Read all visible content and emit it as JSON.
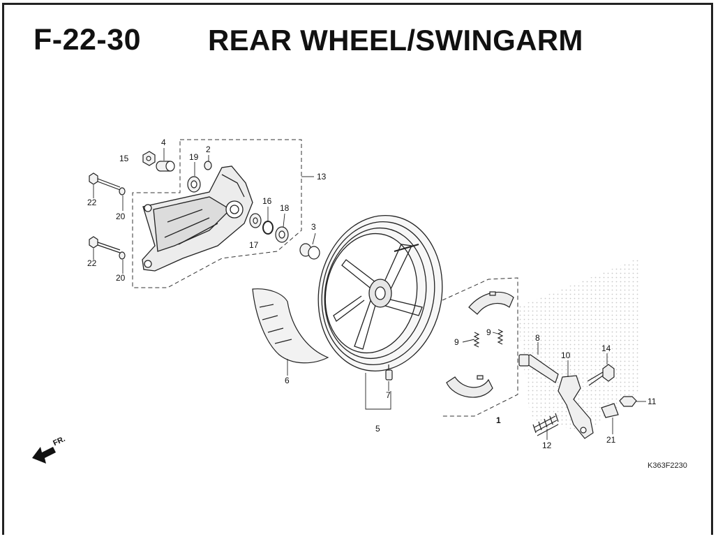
{
  "header": {
    "code": "F-22-30",
    "title": "REAR WHEEL/SWINGARM"
  },
  "diagram_ref": "K363F2230",
  "direction_label": "FR.",
  "callouts": {
    "c1": "1",
    "c2": "2",
    "c3": "3",
    "c4": "4",
    "c5": "5",
    "c6": "6",
    "c7": "7",
    "c8": "8",
    "c9a": "9",
    "c9b": "9",
    "c10": "10",
    "c11": "11",
    "c12": "12",
    "c13": "13",
    "c14": "14",
    "c15": "15",
    "c16": "16",
    "c17": "17",
    "c18": "18",
    "c19": "19",
    "c20a": "20",
    "c20b": "20",
    "c21": "21",
    "c22a": "22",
    "c22b": "22"
  }
}
